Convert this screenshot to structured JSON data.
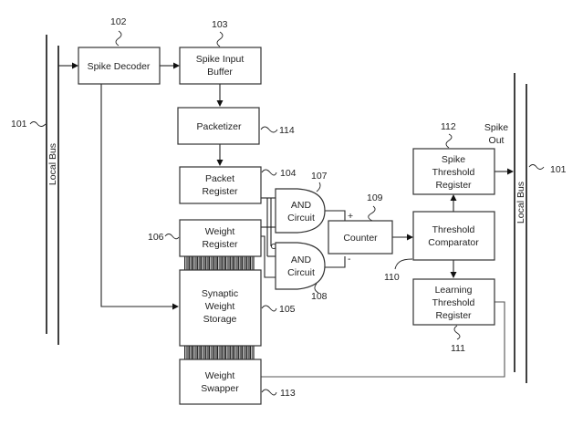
{
  "diagram": {
    "type": "block-diagram",
    "local_bus_left": {
      "label": "Local Bus",
      "ref": "101"
    },
    "local_bus_right": {
      "label": "Local Bus",
      "ref": "101"
    },
    "blocks": {
      "spike_decoder": {
        "lines": [
          "Spike Decoder"
        ],
        "ref": "102"
      },
      "spike_input_buffer": {
        "lines": [
          "Spike Input",
          "Buffer"
        ],
        "ref": "103"
      },
      "packetizer": {
        "lines": [
          "Packetizer"
        ],
        "ref": "114"
      },
      "packet_register": {
        "lines": [
          "Packet",
          "Register"
        ],
        "ref": "104"
      },
      "weight_register": {
        "lines": [
          "Weight",
          "Register"
        ],
        "ref": "106"
      },
      "synaptic_weight_storage": {
        "lines": [
          "Synaptic",
          "Weight",
          "Storage"
        ],
        "ref": "105"
      },
      "weight_swapper": {
        "lines": [
          "Weight",
          "Swapper"
        ],
        "ref": "113"
      },
      "and_circuit_1": {
        "lines": [
          "AND",
          "Circuit"
        ],
        "ref": "107"
      },
      "and_circuit_2": {
        "lines": [
          "AND",
          "Circuit"
        ],
        "ref": "108"
      },
      "counter": {
        "lines": [
          "Counter"
        ],
        "ref": "109"
      },
      "threshold_comparator": {
        "lines": [
          "Threshold",
          "Comparator"
        ],
        "ref": "110"
      },
      "spike_threshold_register": {
        "lines": [
          "Spike",
          "Threshold",
          "Register"
        ],
        "ref": "112"
      },
      "learning_threshold_register": {
        "lines": [
          "Learning",
          "Threshold",
          "Register"
        ],
        "ref": "111"
      }
    },
    "counter_inputs": {
      "plus": "+",
      "minus": "-"
    },
    "spike_out": [
      "Spike",
      "Out"
    ]
  }
}
